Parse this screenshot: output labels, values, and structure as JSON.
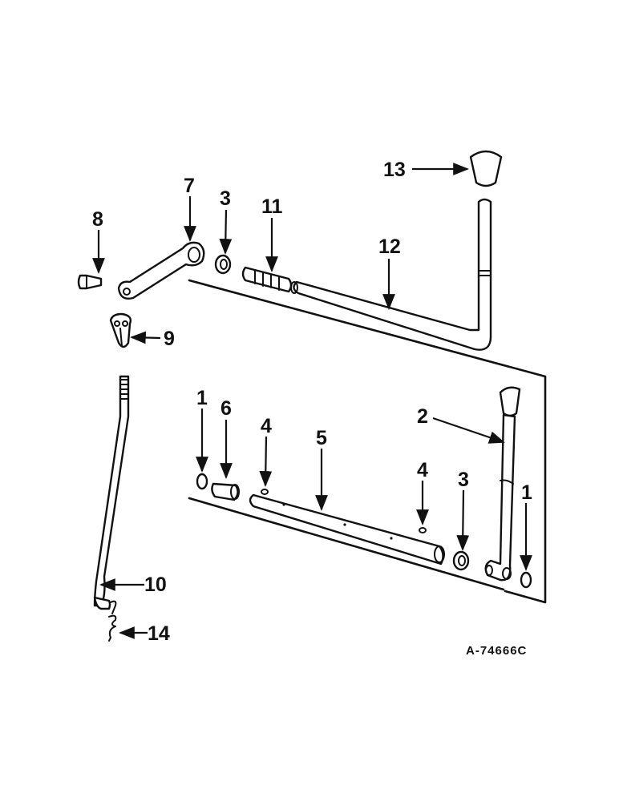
{
  "diagram": {
    "drawing_code": "A-74666C",
    "callouts": {
      "c13": "13",
      "c7": "7",
      "c3a": "3",
      "c11": "11",
      "c8": "8",
      "c12": "12",
      "c9": "9",
      "c2": "2",
      "c1a": "1",
      "c6": "6",
      "c4a": "4",
      "c5": "5",
      "c4b": "4",
      "c3b": "3",
      "c1b": "1",
      "c10": "10",
      "c14": "14"
    }
  }
}
